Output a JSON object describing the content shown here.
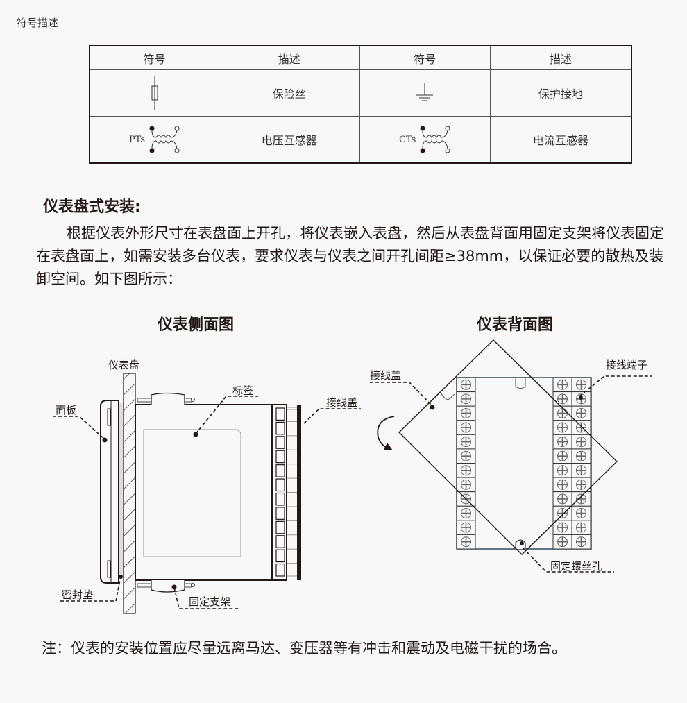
{
  "section_caption": "符号描述",
  "symbol_table": {
    "headers": [
      "符号",
      "描述",
      "符号",
      "描述"
    ],
    "rows": [
      [
        {
          "symbol": "fuse-icon",
          "tag": ""
        },
        "保险丝",
        {
          "symbol": "ground-icon",
          "tag": ""
        },
        "保护接地"
      ],
      [
        {
          "symbol": "transformer-icon",
          "tag": "PTs"
        },
        "电压互感器",
        {
          "symbol": "transformer-icon",
          "tag": "CTs"
        },
        "电流互感器"
      ]
    ]
  },
  "install": {
    "heading": "仪表盘式安装:",
    "paragraph": "根据仪表外形尺寸在表盘面上开孔，将仪表嵌入表盘，然后从表盘背面用固定支架将仪表固定在表盘面上，如需安装多台仪表，要求仪表与仪表之间开孔间距≥38mm，以保证必要的散热及装卸空间。如下图所示："
  },
  "side_view": {
    "title": "仪表侧面图",
    "labels": {
      "panel_board": "仪表盘",
      "face_plate": "面板",
      "label_sticker": "标签",
      "wiring_cover": "接线盖",
      "gasket": "密封垫",
      "bracket": "固定支架"
    },
    "terminal_count": 12
  },
  "back_view": {
    "title": "仪表背面图",
    "labels": {
      "wiring_cover": "接线盖",
      "terminal": "接线端子",
      "screw_hole": "固定螺丝孔"
    },
    "terminal_rows": 12,
    "terminal_columns_left": 1,
    "terminal_columns_right": 2
  },
  "note": "注：仪表的安装位置应尽量远离马达、变压器等有冲击和震动及电磁干扰的场合。",
  "colors": {
    "ink": "#231815",
    "background": "#f8f8f8",
    "back_frame": "#2f4a5a"
  }
}
